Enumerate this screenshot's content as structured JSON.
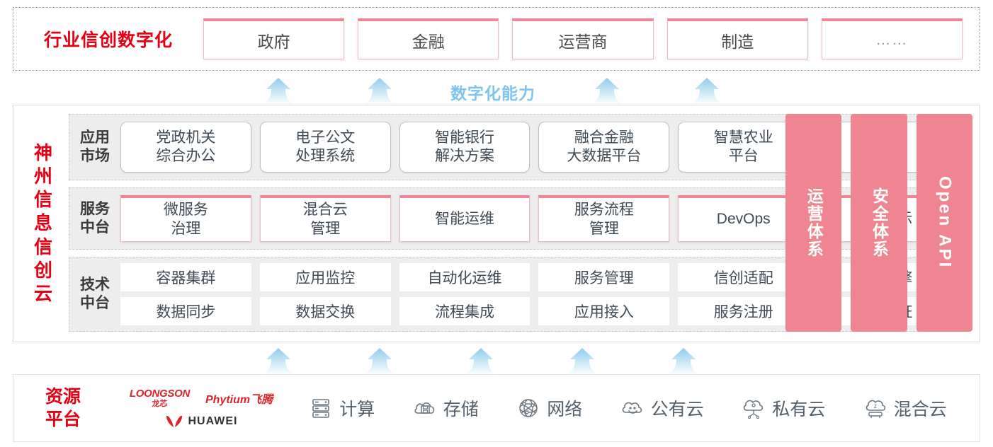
{
  "industry": {
    "title": "行业信创数字化",
    "boxes": [
      {
        "label": "政府"
      },
      {
        "label": "金融"
      },
      {
        "label": "运营商"
      },
      {
        "label": "制造"
      },
      {
        "label": "……"
      }
    ]
  },
  "capability_label": "数字化能力",
  "cloud": {
    "title_chars": [
      "神",
      "州",
      "信",
      "息",
      "信",
      "创",
      "云"
    ],
    "bands": [
      {
        "key": "app_market",
        "label": "应用\n市场",
        "label_line1": "应用",
        "label_line2": "市场",
        "items": [
          {
            "line1": "党政机关",
            "line2": "综合办公"
          },
          {
            "line1": "电子公文",
            "line2": "处理系统"
          },
          {
            "line1": "智能银行",
            "line2": "解决方案"
          },
          {
            "line1": "融合金融",
            "line2": "大数据平台"
          },
          {
            "line1": "智慧农业",
            "line2": "平台"
          },
          {
            "line1": "……",
            "line2": ""
          }
        ]
      },
      {
        "key": "service_platform",
        "label_line1": "服务",
        "label_line2": "中台",
        "items": [
          {
            "line1": "微服务",
            "line2": "治理"
          },
          {
            "line1": "混合云",
            "line2": "管理"
          },
          {
            "line1": "智能运维",
            "line2": ""
          },
          {
            "line1": "服务流程",
            "line2": "管理"
          },
          {
            "line1": "DevOps",
            "line2": ""
          },
          {
            "line1": "大屏展示",
            "line2": ""
          }
        ]
      },
      {
        "key": "tech_platform",
        "label_line1": "技术",
        "label_line2": "中台",
        "row1": [
          "容器集群",
          "应用监控",
          "自动化运维",
          "服务管理",
          "信创适配",
          "流程引擎"
        ],
        "row2": [
          "数据同步",
          "数据交换",
          "流程集成",
          "应用接入",
          "服务注册",
          "统一认证"
        ]
      }
    ],
    "pillars": [
      {
        "text": "运营体系",
        "rotated": false
      },
      {
        "text": "安全体系",
        "rotated": false
      },
      {
        "text": "Open API",
        "rotated": true
      }
    ]
  },
  "resource": {
    "title_line1": "资源",
    "title_line2": "平台",
    "vendors": [
      {
        "name": "LOONGSON",
        "sub": "龙芯"
      },
      {
        "name": "Phytium飞腾",
        "sub": ""
      },
      {
        "name": "HUAWEI",
        "sub": ""
      }
    ],
    "items": [
      {
        "label": "计算",
        "icon": "server-icon"
      },
      {
        "label": "存储",
        "icon": "cloud-storage-icon"
      },
      {
        "label": "网络",
        "icon": "network-mesh-icon"
      },
      {
        "label": "公有云",
        "icon": "public-cloud-icon"
      },
      {
        "label": "私有云",
        "icon": "private-cloud-icon"
      },
      {
        "label": "混合云",
        "icon": "hybrid-cloud-icon"
      }
    ]
  },
  "colors": {
    "brand_red": "#e60013",
    "pink": "#ef8590",
    "arrow_blue": "#9fd4f0",
    "band_gray": "#ededed",
    "text_dark": "#3f4a54"
  },
  "arrows": {
    "top_positions": [
      393,
      536,
      857,
      998
    ],
    "bottom_positions": [
      393,
      536,
      679,
      822,
      965
    ]
  }
}
